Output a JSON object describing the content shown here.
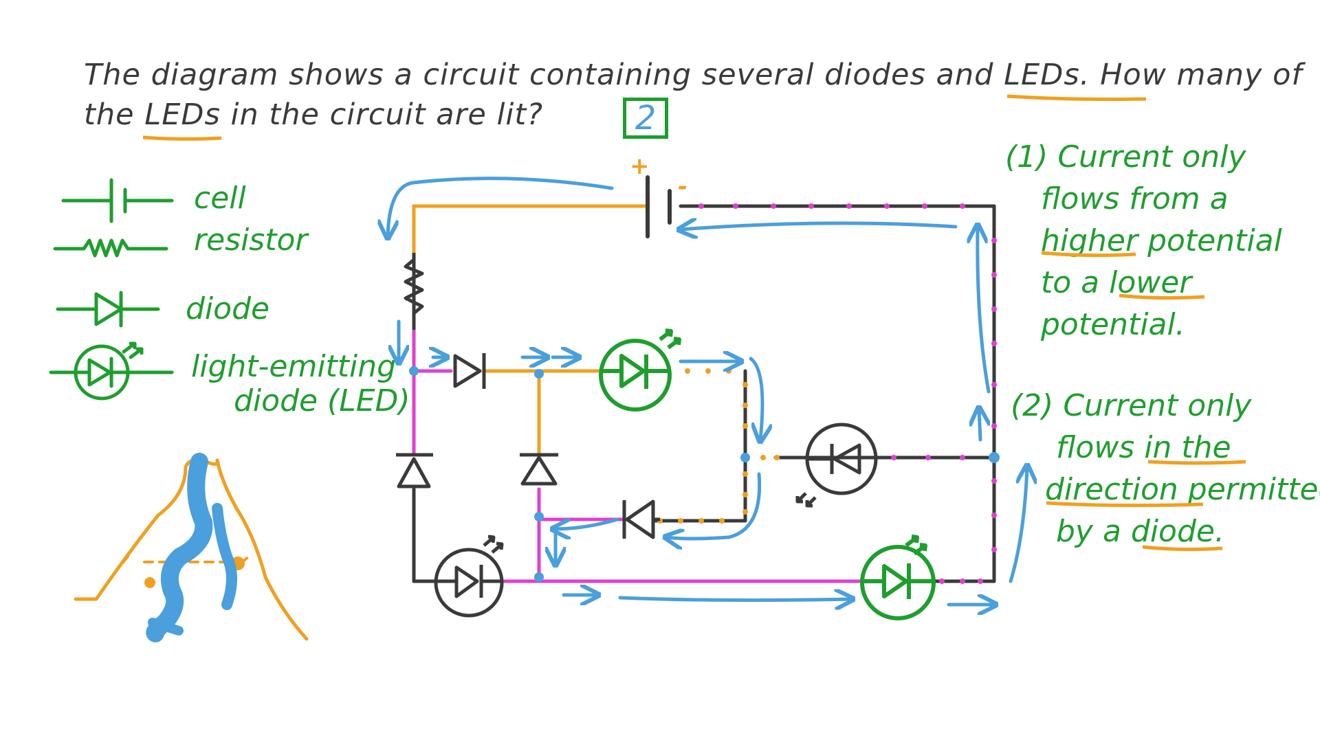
{
  "question": {
    "line1": "The diagram shows a circuit containing several diodes and LEDs. How many of",
    "line2": "the LEDs in the circuit are lit?",
    "answer": "2"
  },
  "legend": {
    "cell": "cell",
    "resistor": "resistor",
    "diode": "diode",
    "led_line1": "light-emitting",
    "led_line2": "diode (LED)"
  },
  "battery": {
    "plus": "+",
    "minus": "-"
  },
  "notes": {
    "n1": [
      "(1) Current only",
      "flows from a",
      "higher potential",
      "to a lower",
      "potential."
    ],
    "n2": [
      "(2) Current only",
      "flows in the",
      "direction permitted",
      "by a diode."
    ]
  },
  "colors": {
    "green": "#1e9e2e",
    "blue": "#4a9fdc",
    "orange": "#f0a020",
    "magenta": "#e040d0",
    "dark": "#3a3a3a"
  }
}
